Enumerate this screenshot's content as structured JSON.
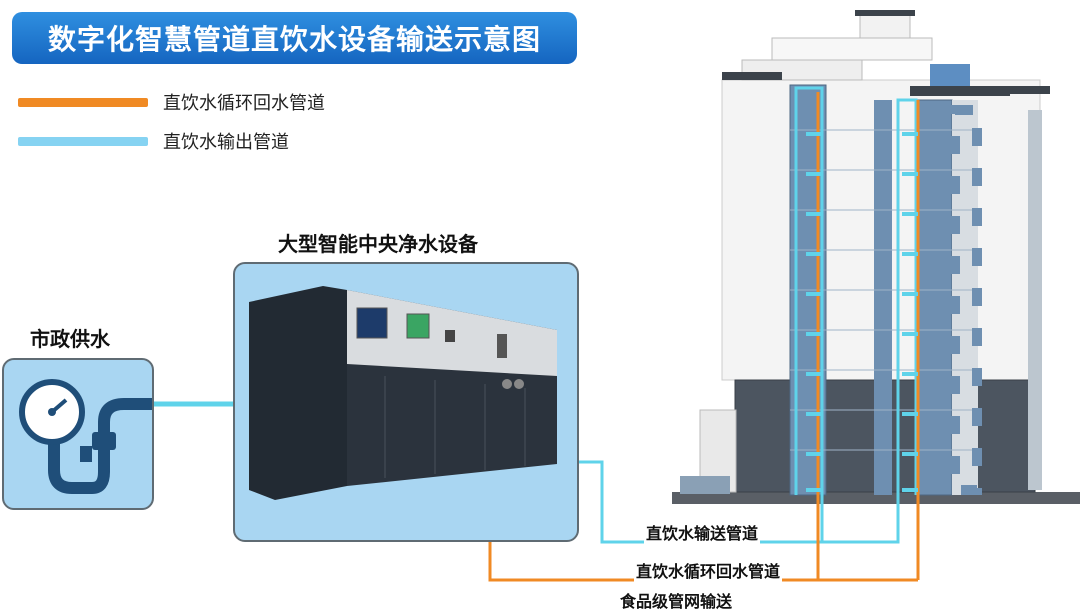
{
  "title": "数字化智慧管道直饮水设备输送示意图",
  "legend": [
    {
      "label": "直饮水循环回水管道",
      "color": "#f08a24"
    },
    {
      "label": "直饮水输出管道",
      "color": "#86d3f2"
    }
  ],
  "labels": {
    "municipal": "市政供水",
    "equipment": "大型智能中央净水设备",
    "delivery_pipe": "直饮水输送管道",
    "return_pipe": "直饮水循环回水管道",
    "food_grade": "食品级管网输送"
  },
  "colors": {
    "orange": "#f08a24",
    "cyan": "#5fd3ea",
    "panel": "#a9d6f2",
    "banner": "#1e78d2"
  }
}
